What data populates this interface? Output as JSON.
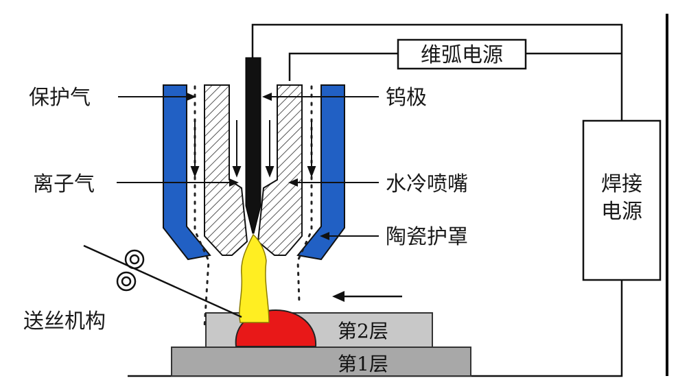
{
  "labels": {
    "shield_gas": "保护气",
    "plasma_gas": "离子气",
    "wire_feeder": "送丝机构",
    "tungsten": "钨极",
    "water_nozzle": "水冷喷嘴",
    "ceramic_shield": "陶瓷护罩",
    "pilot_power": "维弧电源",
    "weld_power_1": "焊接",
    "weld_power_2": "电源",
    "layer_2": "第2层",
    "layer_1": "第1层"
  },
  "colors": {
    "ceramic_blue": "#2160c4",
    "arc_yellow": "#ffee22",
    "molten_red": "#e81818",
    "layer_gray": "#c8c8c8",
    "base_gray": "#a8a8a8"
  }
}
